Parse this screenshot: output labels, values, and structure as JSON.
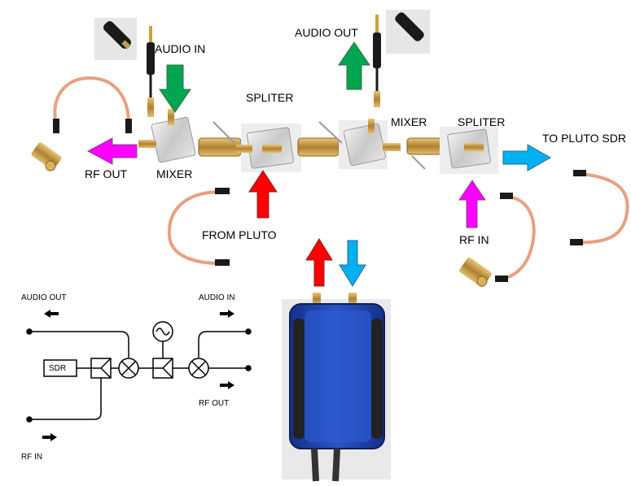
{
  "photo_labels": {
    "audio_in": "AUDIO IN",
    "audio_out": "AUDIO OUT",
    "spliter_left": "SPLITER",
    "spliter_right": "SPLITER",
    "mixer_left": "MIXER",
    "mixer_right": "MIXER",
    "rf_out": "RF OUT",
    "to_pluto": "TO PLUTO SDR",
    "from_pluto": "FROM PLUTO",
    "rf_in": "RF IN"
  },
  "schematic_labels": {
    "audio_out": "AUDIO OUT",
    "audio_in": "AUDIO IN",
    "sdr": "SDR",
    "rf_out": "RF OUT",
    "rf_in": "RF IN"
  },
  "colors": {
    "green_arrow": "#00a651",
    "magenta_arrow": "#ff00ff",
    "blue_arrow": "#00b0f0",
    "red_arrow": "#ff0000",
    "pluto_blue": "#1f3fa8",
    "cable": "#e8a080",
    "brass": "#c8a050"
  }
}
